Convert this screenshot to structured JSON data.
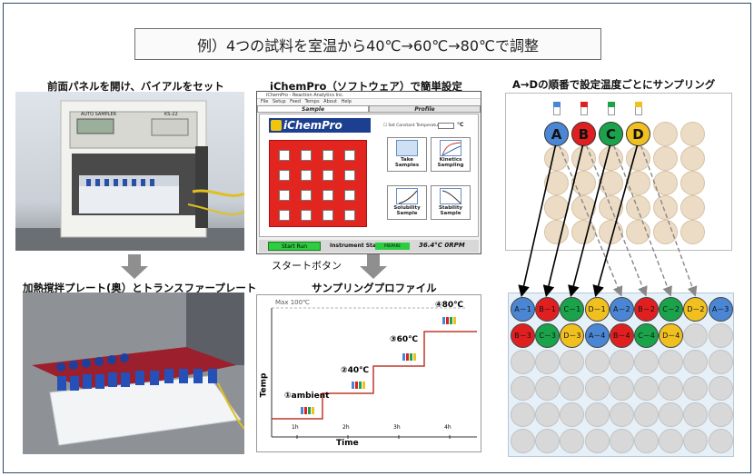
{
  "header": {
    "title": "例）4つの試料を室温から40℃→60℃→80℃で調整"
  },
  "sections": {
    "front_panel": "前面パネルを開け、バイアルをセット",
    "software": "iChemPro（ソフトウェア）で簡単設定",
    "sampling": "A→Dの順番で設定温度ごとにサンプリング",
    "heating_plate": "加熱撹拌プレート(奥）とトランスファープレート",
    "profile": "サンプリングプロファイル",
    "start_button_caption": "スタートボタン"
  },
  "autosampler": {
    "label": "AUTO SAMPLER",
    "model": "KS-22"
  },
  "software": {
    "window_title": "iChemPro - Reaction Analytics Inc.",
    "menu": [
      "File",
      "Setup",
      "Feed Temps",
      "About",
      "Help"
    ],
    "tabs": [
      "Sample",
      "Profile"
    ],
    "logo": "iChemPro",
    "constant_temp_label": "Set Constant Temperature",
    "temp_unit": "°C",
    "tiles": [
      {
        "title": "Take",
        "subtitle": "Samples"
      },
      {
        "title": "Kinetics",
        "subtitle": "Sampling"
      },
      {
        "title": "Solubility",
        "subtitle": "Sample"
      },
      {
        "title": "Stability",
        "subtitle": "Sample"
      }
    ],
    "start_button": "Start Run",
    "status_label": "Instrument Status:",
    "status_value": "PREPARE",
    "readout": "36.4°C  0RPM"
  },
  "profile_chart": {
    "max_label": "Max 100℃",
    "y_label": "Temp",
    "x_label": "Time",
    "ticks": [
      "1h",
      "2h",
      "3h",
      "4h"
    ],
    "steps": [
      "①ambient",
      "②40℃",
      "③60℃",
      "④80℃"
    ]
  },
  "sampling_plate": {
    "samples": [
      {
        "letter": "A",
        "color": "#4a86d4"
      },
      {
        "letter": "B",
        "color": "#e02020"
      },
      {
        "letter": "C",
        "color": "#1aa34a"
      },
      {
        "letter": "D",
        "color": "#f0c020"
      }
    ],
    "wells": [
      [
        "A－1",
        "B－1",
        "C－1",
        "D－1",
        "A－2",
        "B－2",
        "C－2",
        "D－2",
        "A－3"
      ],
      [
        "B－3",
        "C－3",
        "D－3",
        "A－4",
        "B－4",
        "C－4",
        "D－4"
      ]
    ]
  },
  "colors": {
    "A": "#4a86d4",
    "B": "#e02020",
    "C": "#1aa34a",
    "D": "#f0c020",
    "profile_line": "#c0392b",
    "frame": "#2f4a6b"
  }
}
